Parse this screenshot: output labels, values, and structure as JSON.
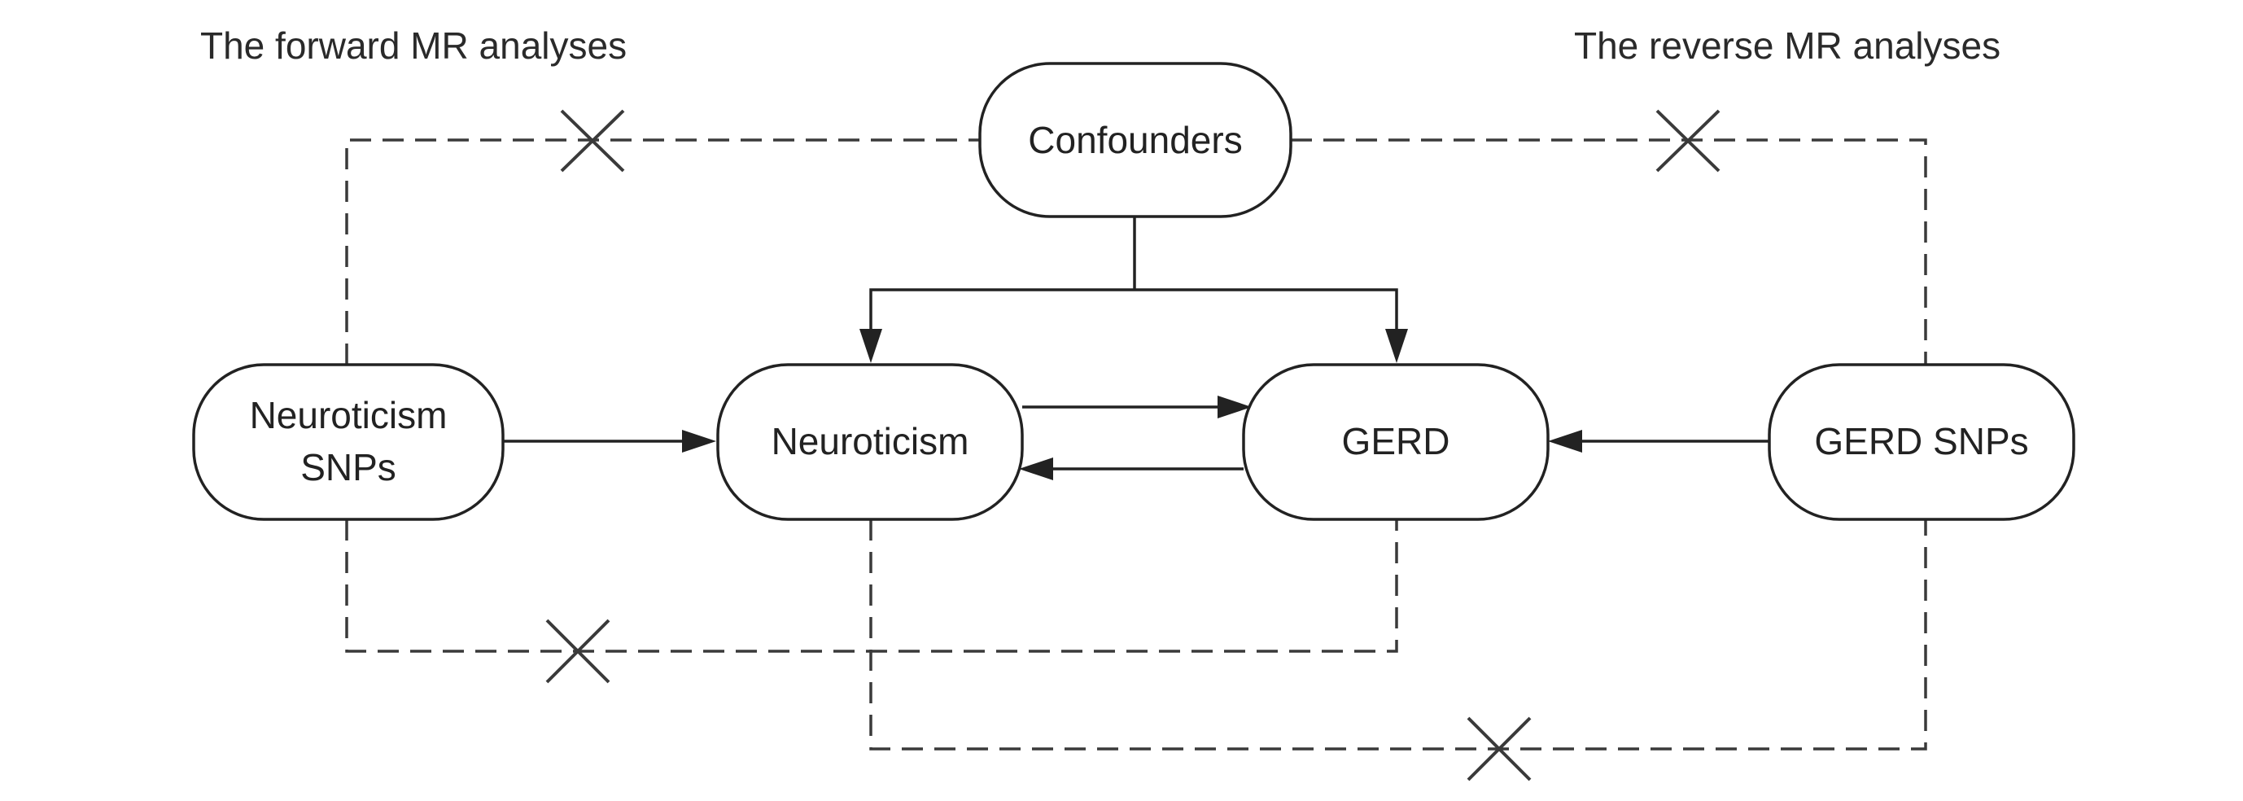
{
  "headings": {
    "forward": "The forward MR analyses",
    "reverse": "The reverse MR  analyses"
  },
  "nodes": {
    "confounders": "Confounders",
    "neuroticism_snps_line1": "Neuroticism",
    "neuroticism_snps_line2": "SNPs",
    "neuroticism": "Neuroticism",
    "gerd": "GERD",
    "gerd_snps": "GERD SNPs"
  },
  "colors": {
    "stroke": "#222222",
    "dashed": "#3a3a3a",
    "background": "#ffffff"
  },
  "icons": {
    "blocked_path": "cross-icon"
  }
}
